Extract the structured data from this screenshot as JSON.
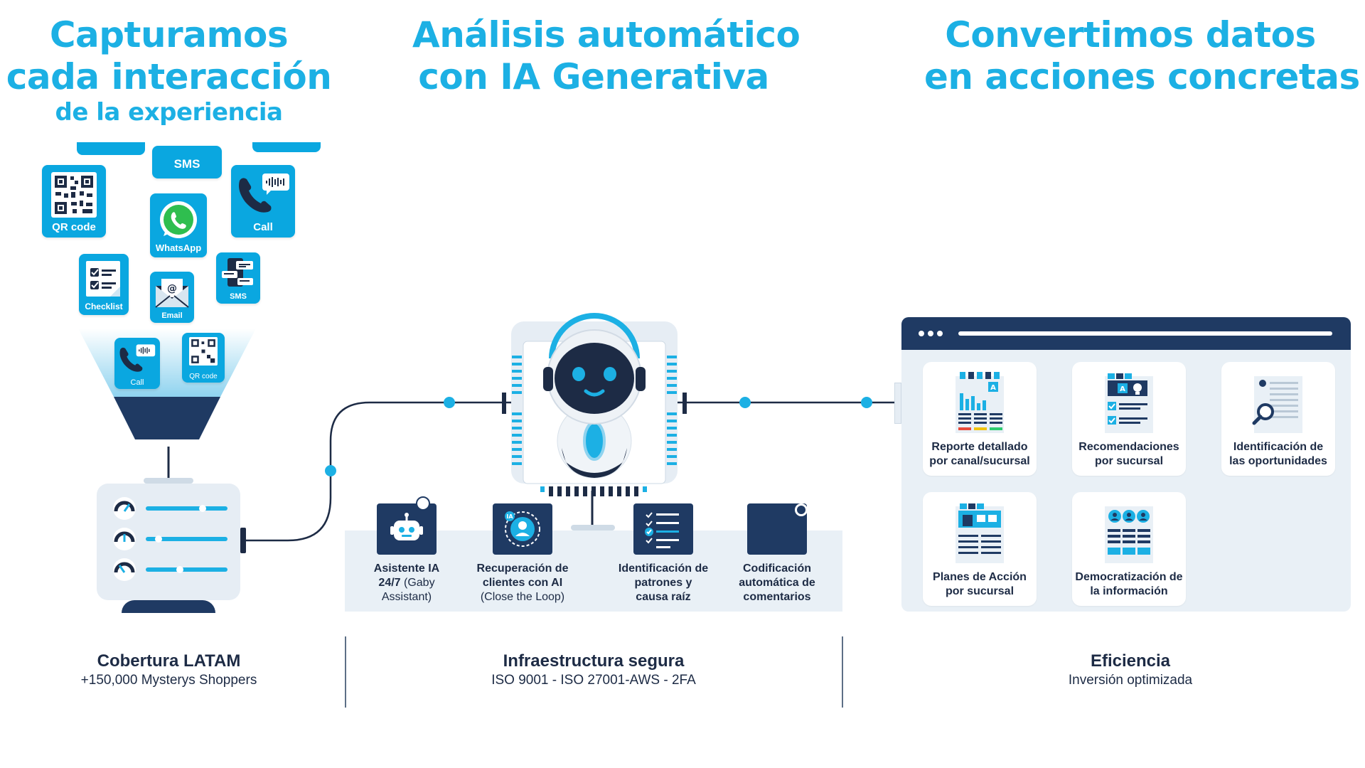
{
  "columns": {
    "capture": {
      "title_l1": "Capturamos",
      "title_l2": "cada interacción",
      "title_sub": "de la experiencia"
    },
    "analysis": {
      "title_l1": "Análisis automático",
      "title_l2": "con IA Generativa"
    },
    "actions": {
      "title_l1": "Convertimos datos",
      "title_l2": "en acciones concretas"
    }
  },
  "channels": {
    "sms_top": "SMS",
    "qr": "QR code",
    "whatsapp": "WhatsApp",
    "call": "Call",
    "checklist": "Checklist",
    "email": "Email",
    "sms_small": "SMS",
    "funnel_call": "Call",
    "funnel_qr": "QR code"
  },
  "features": [
    {
      "bold": "Asistente IA 24/7",
      "rest": " (Gaby Assistant)"
    },
    {
      "bold": "Recuperación de clientes con AI",
      "rest": " (Close the Loop)"
    },
    {
      "bold": "Identificación de patrones y causa raíz",
      "rest": ""
    },
    {
      "bold": "Codificación automática de comentarios",
      "rest": ""
    }
  ],
  "cards": [
    {
      "l1": "Reporte detallado",
      "l2": "por canal/sucursal"
    },
    {
      "l1": "Recomendaciones",
      "l2": "por sucursal"
    },
    {
      "l1": "Identificación de",
      "l2": "las oportunidades"
    },
    {
      "l1": "Planes de Acción",
      "l2": "por sucursal"
    },
    {
      "l1": "Democratización de",
      "l2": "la información"
    }
  ],
  "footer": {
    "latam_title": "Cobertura LATAM",
    "latam_sub": "+150,000 Mysterys Shoppers",
    "infra_title": "Infraestructura segura",
    "infra_sub": "ISO 9001 - ISO 27001-AWS - 2FA",
    "eff_title": "Eficiencia",
    "eff_sub": "Inversión optimizada"
  },
  "colors": {
    "accent": "#1cb0e4",
    "channel_blue": "#0aa7e0",
    "navy": "#1f3a63",
    "panel_bg": "#e9f0f6"
  }
}
